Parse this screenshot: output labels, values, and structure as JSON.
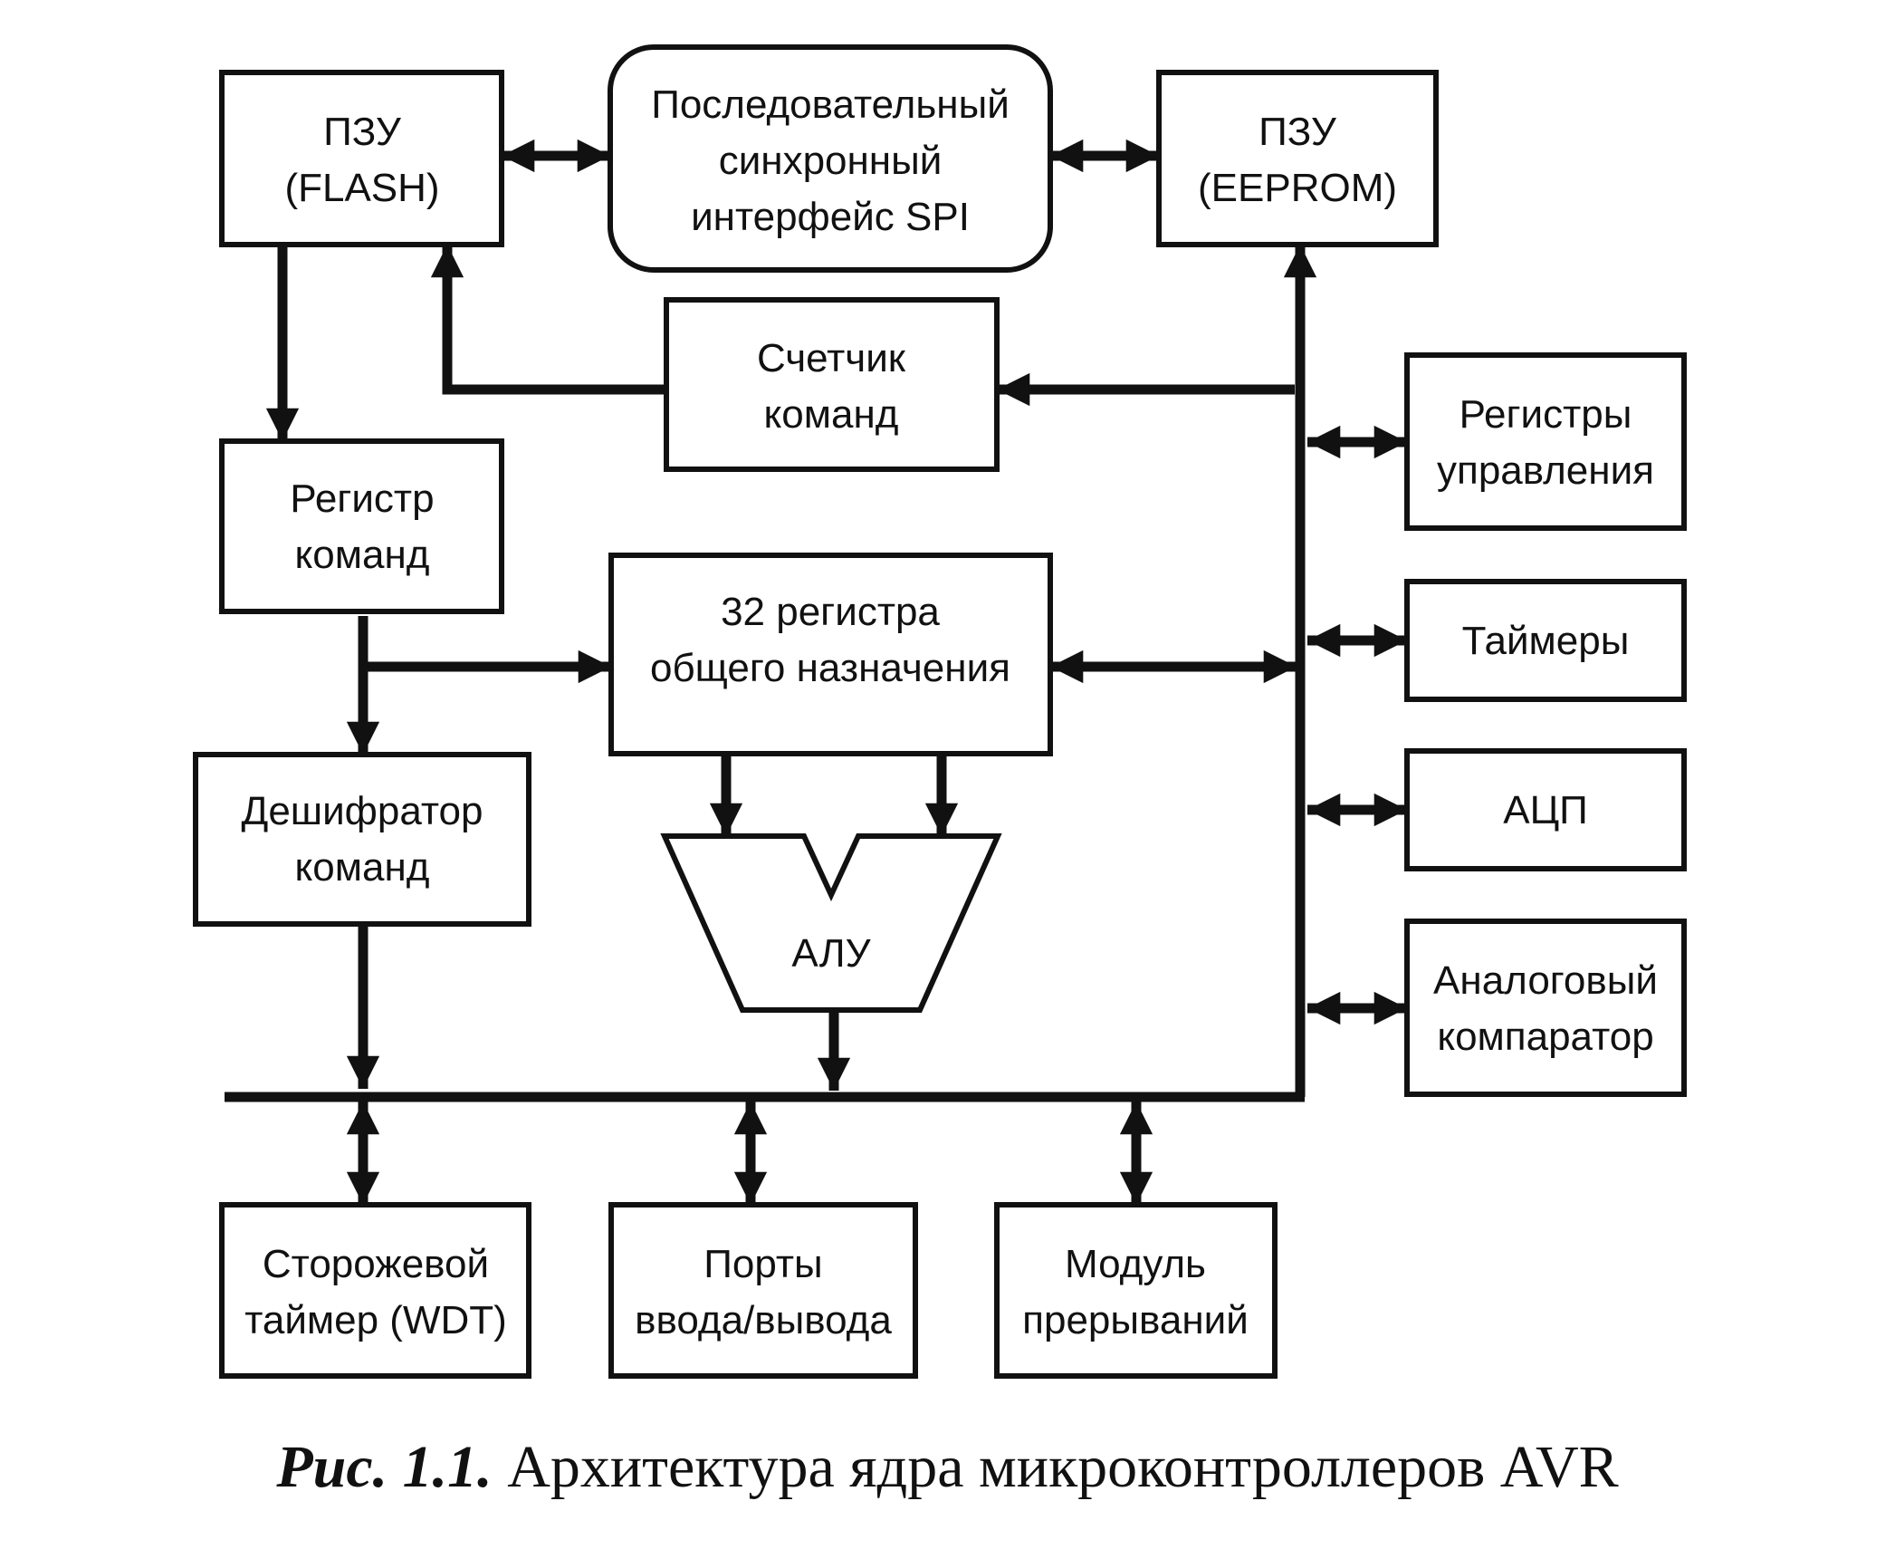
{
  "blocks": {
    "flash": [
      "ПЗУ",
      "(FLASH)"
    ],
    "spi": [
      "Последовательный",
      "синхронный",
      "интерфейс SPI"
    ],
    "eeprom": [
      "ПЗУ",
      "(EEPROM)"
    ],
    "pc": [
      "Счетчик",
      "команд"
    ],
    "ir": [
      "Регистр",
      "команд"
    ],
    "gpr": [
      "32 регистра",
      "общего назначения"
    ],
    "decoder": [
      "Дешифратор",
      "команд"
    ],
    "alu": [
      "АЛУ"
    ],
    "ctrl_regs": [
      "Регистры",
      "управления"
    ],
    "timers": [
      "Таймеры"
    ],
    "adc": [
      "АЦП"
    ],
    "comparator": [
      "Аналоговый",
      "компаратор"
    ],
    "wdt": [
      "Сторожевой",
      "таймер (WDT)"
    ],
    "ports": [
      "Порты",
      "ввода/вывода"
    ],
    "interrupts": [
      "Модуль",
      "прерываний"
    ]
  },
  "caption": {
    "lead": "Рис. 1.1.",
    "text": "Архитектура ядра микроконтроллеров AVR"
  }
}
